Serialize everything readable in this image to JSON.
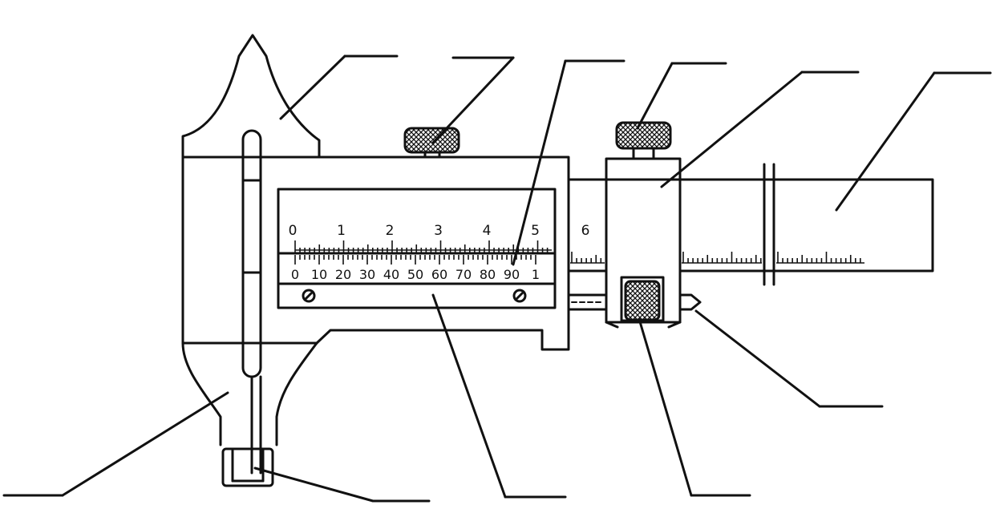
{
  "diagram": {
    "kind": "vernier-caliper-line-drawing",
    "ink_color": "#111111",
    "paper_color": "#ffffff",
    "main_scale": {
      "labels": [
        "0",
        "1",
        "2",
        "3",
        "4",
        "5",
        "6"
      ]
    },
    "vernier_scale": {
      "labels": [
        "0",
        "10",
        "20",
        "30",
        "40",
        "50",
        "60",
        "70",
        "80",
        "90",
        "1"
      ]
    },
    "callouts": [
      {
        "id": "upper-jaw",
        "label": ""
      },
      {
        "id": "upper-screw",
        "label": ""
      },
      {
        "id": "vernier-scale",
        "label": ""
      },
      {
        "id": "fine-adjust-knob",
        "label": ""
      },
      {
        "id": "fine-adjust-clamp",
        "label": ""
      },
      {
        "id": "main-beam",
        "label": ""
      },
      {
        "id": "depth-rod-tip",
        "label": ""
      },
      {
        "id": "thumb-roller",
        "label": ""
      },
      {
        "id": "slider-body",
        "label": ""
      },
      {
        "id": "lower-jaw-tips",
        "label": ""
      },
      {
        "id": "fixed-jaw",
        "label": ""
      }
    ],
    "icons": [
      "knurled-knob-icon",
      "screw-icon"
    ]
  }
}
